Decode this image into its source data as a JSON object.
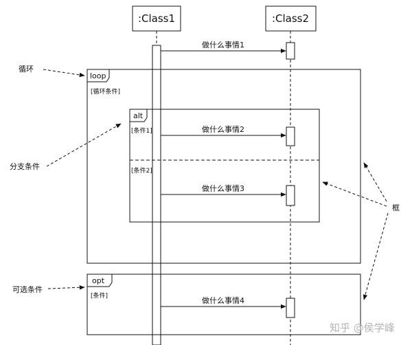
{
  "lifelines": [
    ":Class1",
    ":Class2"
  ],
  "messages": [
    "做什么事情1",
    "做什么事情2",
    "做什么事情3",
    "做什么事情4"
  ],
  "fragments": {
    "loop": {
      "tag": "loop",
      "guard": "[循环条件]"
    },
    "alt": {
      "tag": "alt",
      "guard1": "[条件1]",
      "guard2": "[条件2]"
    },
    "opt": {
      "tag": "opt",
      "guard": "[条件]"
    }
  },
  "annotations": {
    "loop": "循环",
    "alt": "分支条件",
    "opt": "可选条件",
    "frame": "框"
  },
  "watermark": "知乎 @侯学峰"
}
